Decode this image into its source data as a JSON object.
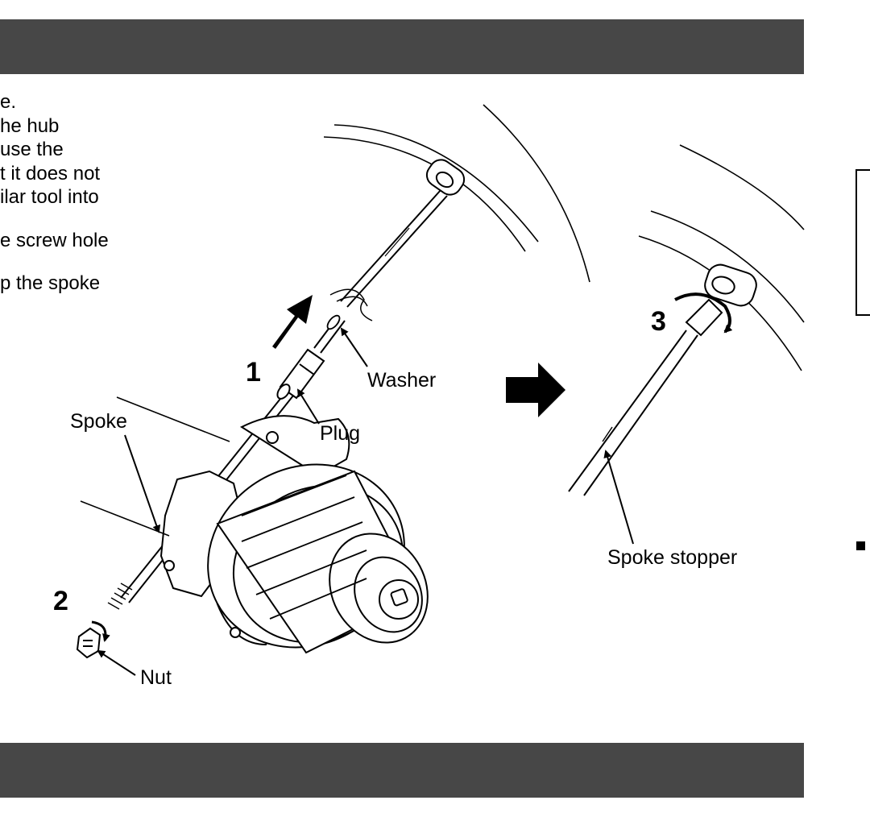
{
  "intro_lines": [
    "e.",
    "he hub",
    "use the",
    "t it does not",
    "ilar tool into",
    "e screw hole",
    "p the spoke"
  ],
  "figure": {
    "labels": {
      "spoke": "Spoke",
      "plug": "Plug",
      "washer": "Washer",
      "nut": "Nut",
      "spoke_stopper": "Spoke stopper"
    },
    "steps": [
      "1",
      "2",
      "3"
    ]
  }
}
